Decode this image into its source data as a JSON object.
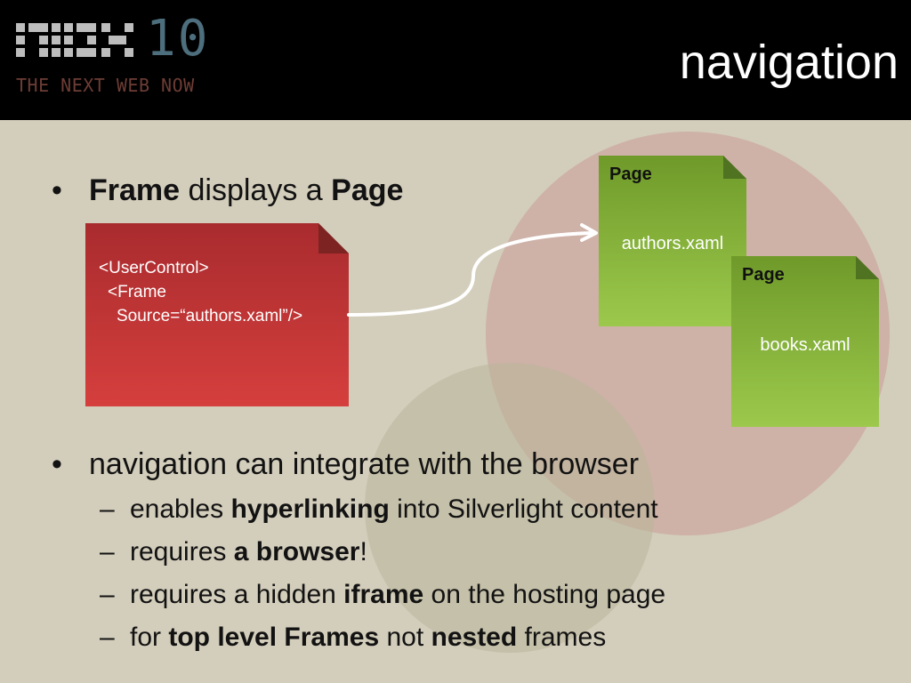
{
  "header": {
    "logo_number": "10",
    "logo_tagline": "THE NEXT WEB NOW",
    "title": "navigation"
  },
  "bullets": [
    {
      "parts": [
        {
          "text": "Frame",
          "bold": true
        },
        {
          "text": " displays a ",
          "bold": false
        },
        {
          "text": "Page",
          "bold": true
        }
      ]
    },
    {
      "parts": [
        {
          "text": "navigation can integrate with the browser",
          "bold": false
        }
      ],
      "subitems": [
        {
          "parts": [
            {
              "text": "enables ",
              "bold": false
            },
            {
              "text": "hyperlinking",
              "bold": true
            },
            {
              "text": " into Silverlight content",
              "bold": false
            }
          ]
        },
        {
          "parts": [
            {
              "text": "requires ",
              "bold": false
            },
            {
              "text": "a browser",
              "bold": true
            },
            {
              "text": "!",
              "bold": false
            }
          ]
        },
        {
          "parts": [
            {
              "text": "requires a hidden ",
              "bold": false
            },
            {
              "text": "iframe",
              "bold": true
            },
            {
              "text": " on the hosting page",
              "bold": false
            }
          ]
        },
        {
          "parts": [
            {
              "text": "for ",
              "bold": false
            },
            {
              "text": "top level Frames",
              "bold": true
            },
            {
              "text": " not ",
              "bold": false
            },
            {
              "text": "nested",
              "bold": true
            },
            {
              "text": " frames",
              "bold": false
            }
          ]
        }
      ]
    }
  ],
  "diagram": {
    "code_lines": [
      "<UserControl>",
      "<Frame",
      "Source=“authors.xaml”/>"
    ],
    "pages": [
      {
        "heading": "Page",
        "file": "authors.xaml"
      },
      {
        "heading": "Page",
        "file": "books.xaml"
      }
    ]
  },
  "colors": {
    "background": "#d3cdbb",
    "header": "#000000",
    "code_doc": "#c83a39",
    "page_doc": "#8fbd3f",
    "logo_number": "#4d6e7c",
    "logo_tagline": "#6d3d35"
  }
}
